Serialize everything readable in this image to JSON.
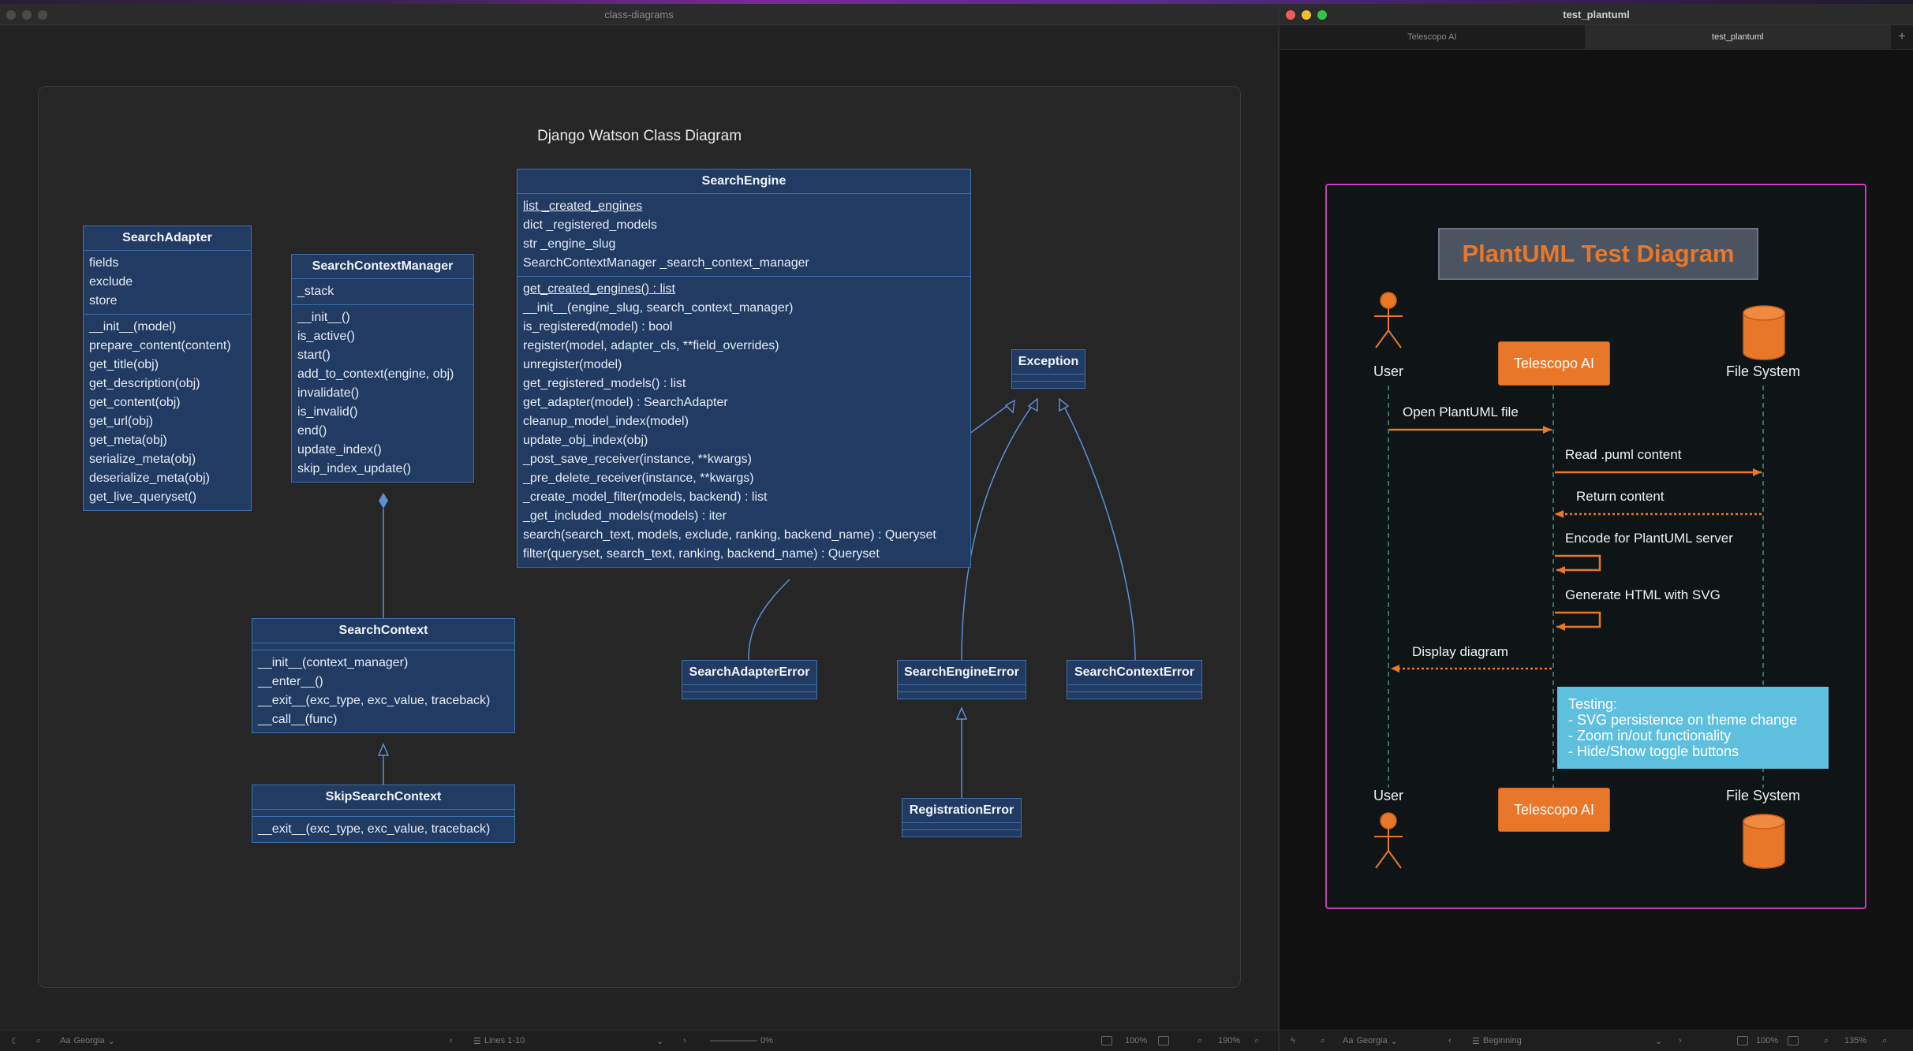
{
  "left_window": {
    "title": "class-diagrams",
    "diagram_title": "Django Watson Class Diagram",
    "classes": {
      "search_adapter": {
        "name": "SearchAdapter",
        "attributes": [
          "fields",
          "exclude",
          "store"
        ],
        "methods": [
          "__init__(model)",
          "prepare_content(content)",
          "get_title(obj)",
          "get_description(obj)",
          "get_content(obj)",
          "get_url(obj)",
          "get_meta(obj)",
          "serialize_meta(obj)",
          "deserialize_meta(obj)",
          "get_live_queryset()"
        ]
      },
      "search_context_manager": {
        "name": "SearchContextManager",
        "attributes": [
          "_stack"
        ],
        "methods": [
          "__init__()",
          "is_active()",
          "start()",
          "add_to_context(engine, obj)",
          "invalidate()",
          "is_invalid()",
          "end()",
          "update_index()",
          "skip_index_update()"
        ]
      },
      "search_engine": {
        "name": "SearchEngine",
        "attributes": [
          "list _created_engines",
          "dict _registered_models",
          "str _engine_slug",
          "SearchContextManager _search_context_manager"
        ],
        "methods": [
          "get_created_engines() : list",
          "__init__(engine_slug, search_context_manager)",
          "is_registered(model) : bool",
          "register(model, adapter_cls, **field_overrides)",
          "unregister(model)",
          "get_registered_models() : list",
          "get_adapter(model) : SearchAdapter",
          "cleanup_model_index(model)",
          "update_obj_index(obj)",
          "_post_save_receiver(instance, **kwargs)",
          "_pre_delete_receiver(instance, **kwargs)",
          "_create_model_filter(models, backend) : list",
          "_get_included_models(models) : iter",
          "search(search_text, models, exclude, ranking, backend_name) : Queryset",
          "filter(queryset, search_text, ranking, backend_name) : Queryset"
        ]
      },
      "exception": {
        "name": "Exception"
      },
      "search_context": {
        "name": "SearchContext",
        "methods": [
          "__init__(context_manager)",
          "__enter__()",
          "__exit__(exc_type, exc_value, traceback)",
          "__call__(func)"
        ]
      },
      "skip_search_context": {
        "name": "SkipSearchContext",
        "methods": [
          "__exit__(exc_type, exc_value, traceback)"
        ]
      },
      "search_adapter_error": {
        "name": "SearchAdapterError"
      },
      "search_engine_error": {
        "name": "SearchEngineError"
      },
      "search_context_error": {
        "name": "SearchContextError"
      },
      "registration_error": {
        "name": "RegistrationError"
      }
    },
    "status": {
      "font": "Georgia",
      "lines": "Lines 1-10",
      "progress": "0%",
      "zoom1": "100%",
      "zoom2": "190%"
    }
  },
  "right_window": {
    "title": "test_plantuml",
    "tabs": [
      "Telescopo AI",
      "test_plantuml"
    ],
    "tab_add": "+",
    "diagram": {
      "title": "PlantUML Test Diagram",
      "participants": {
        "user": "User",
        "telescopo": "Telescopo AI",
        "filesystem": "File System"
      },
      "messages": [
        "Open PlantUML file",
        "Read .puml content",
        "Return content",
        "Encode for PlantUML server",
        "Generate HTML with SVG",
        "Display diagram"
      ],
      "note": [
        "Testing:",
        "- SVG persistence on theme change",
        "- Zoom in/out functionality",
        "- Hide/Show toggle buttons"
      ],
      "colors": {
        "accent": "#e8772a",
        "note": "#5ec0de",
        "frame": "#c13fb8"
      }
    },
    "status": {
      "font": "Georgia",
      "position": "Beginning",
      "zoom1": "100%",
      "zoom2": "135%"
    }
  }
}
